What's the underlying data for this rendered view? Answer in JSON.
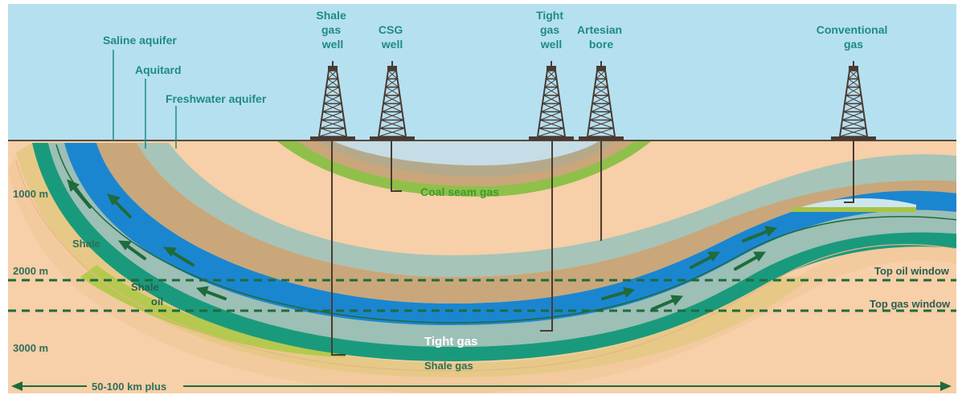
{
  "surface_labels": {
    "saline_aquifer": "Saline aquifer",
    "aquitard": "Aquitard",
    "freshwater_aquifer": "Freshwater aquifer"
  },
  "wells": {
    "shale_gas_well": [
      "Shale",
      "gas",
      "well"
    ],
    "csg_well": [
      "CSG",
      "well"
    ],
    "tight_gas_well": [
      "Tight",
      "gas",
      "well"
    ],
    "artesian_bore": [
      "Artesian",
      "bore"
    ],
    "conventional_gas": [
      "Conventional",
      "gas"
    ]
  },
  "depths": [
    "1000 m",
    "2000 m",
    "3000 m"
  ],
  "formations": {
    "coal_seam_gas": "Coal seam gas",
    "shale": "Shale",
    "shale_oil": [
      "Shale",
      "oil"
    ],
    "tight_gas": "Tight gas",
    "shale_gas": "Shale gas"
  },
  "windows": {
    "top_oil_window": "Top oil window",
    "top_gas_window": "Top gas window"
  },
  "scale": "50-100 km plus",
  "colors": {
    "sky": "#b5e0f0",
    "ground": "#f7cfa8",
    "aquifer_blue": "#1b86d0",
    "grey_green_band": "#9cbfb6",
    "tan_band": "#c9a77a",
    "shale_oil_green": "#a9c244",
    "tight_gas_teal": "#1a9a7c",
    "dark_green": "#1e6b3c",
    "label_teal": "#1f8a86"
  }
}
